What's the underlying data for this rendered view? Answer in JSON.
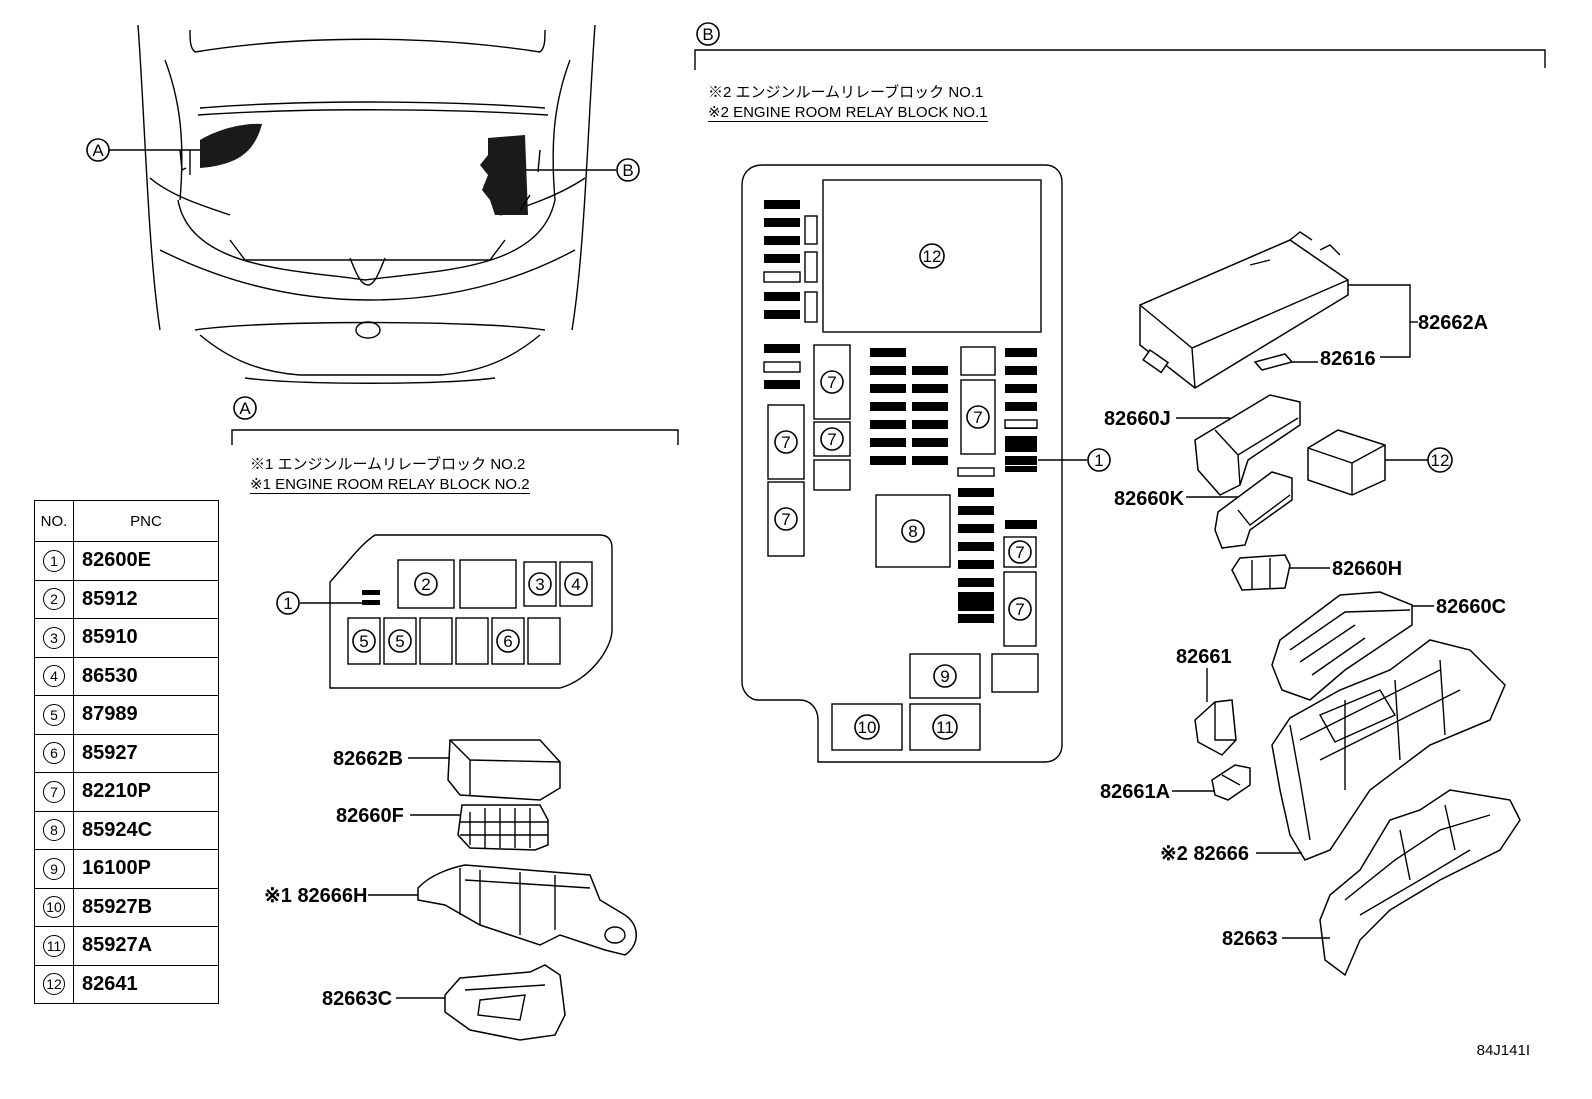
{
  "callouts": {
    "A": "A",
    "B": "B"
  },
  "section_A": {
    "caption_jp": "※1 エンジンルームリレーブロック NO.2",
    "caption_en": "※1 ENGINE ROOM RELAY BLOCK NO.2",
    "block_numbers": [
      "1",
      "2",
      "3",
      "4",
      "5",
      "5",
      "6"
    ],
    "parts": [
      "82662B",
      "82660F",
      "※1 82666H",
      "82663C"
    ]
  },
  "section_B": {
    "caption_jp": "※2 エンジンルームリレーブロック NO.1",
    "caption_en": "※2 ENGINE ROOM RELAY BLOCK NO.1",
    "block_numbers": [
      "12",
      "7",
      "7",
      "7",
      "7",
      "7",
      "8",
      "7",
      "7",
      "9",
      "10",
      "11",
      "1"
    ],
    "parts": [
      "82662A",
      "82616",
      "82660J",
      "12",
      "82660K",
      "82660H",
      "82660C",
      "82661",
      "82661A",
      "※2 82666",
      "82663"
    ]
  },
  "table": {
    "header_no": "NO.",
    "header_pnc": "PNC",
    "rows": [
      {
        "no": "1",
        "pnc": "82600E"
      },
      {
        "no": "2",
        "pnc": "85912"
      },
      {
        "no": "3",
        "pnc": "85910"
      },
      {
        "no": "4",
        "pnc": "86530"
      },
      {
        "no": "5",
        "pnc": "87989"
      },
      {
        "no": "6",
        "pnc": "85927"
      },
      {
        "no": "7",
        "pnc": "82210P"
      },
      {
        "no": "8",
        "pnc": "85924C"
      },
      {
        "no": "9",
        "pnc": "16100P"
      },
      {
        "no": "10",
        "pnc": "85927B"
      },
      {
        "no": "11",
        "pnc": "85927A"
      },
      {
        "no": "12",
        "pnc": "82641"
      }
    ]
  },
  "figure_id": "84J141I"
}
